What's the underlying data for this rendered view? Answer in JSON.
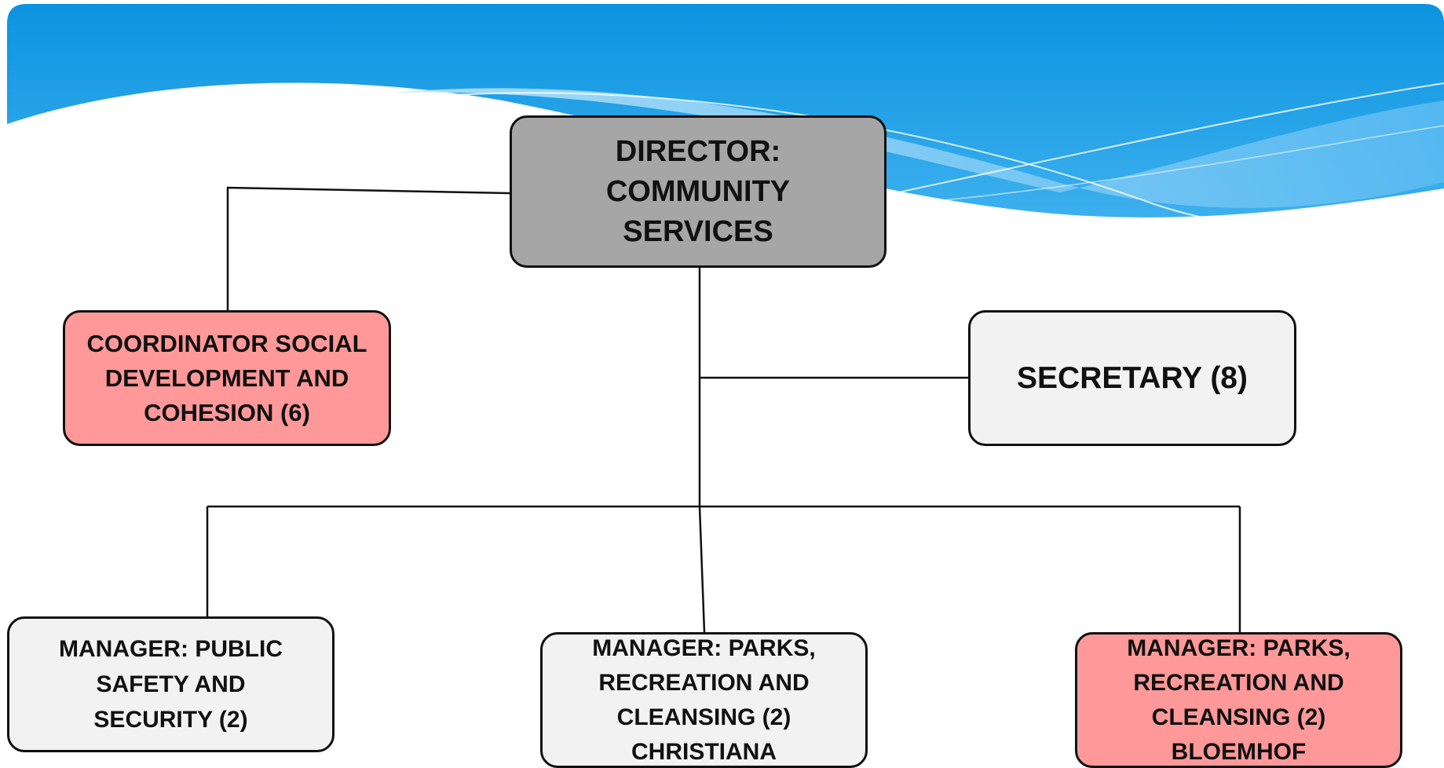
{
  "diagram": {
    "colors": {
      "banner_top": "#0b93e0",
      "banner_light": "#8ed0f6",
      "director_fill": "#a6a6a6",
      "highlight_fill": "#ff9999",
      "neutral_fill": "#f2f2f2",
      "line": "#111111"
    },
    "nodes": {
      "director": {
        "label": "DIRECTOR: COMMUNITY SERVICES",
        "fill": "#a6a6a6"
      },
      "coordinator": {
        "label": "COORDINATOR SOCIAL DEVELOPMENT AND COHESION (6)",
        "fill": "#ff9999"
      },
      "secretary": {
        "label": "SECRETARY (8)",
        "fill": "#f2f2f2"
      },
      "public_safety": {
        "label": "MANAGER: PUBLIC SAFETY AND SECURITY (2)",
        "fill": "#f2f2f2"
      },
      "parks_christiana": {
        "label": "MANAGER: PARKS, RECREATION AND CLEANSING (2) CHRISTIANA",
        "fill": "#f2f2f2"
      },
      "parks_bloemhof": {
        "label": "MANAGER: PARKS, RECREATION AND CLEANSING (2) BLOEMHOF",
        "fill": "#ff9999"
      }
    },
    "edges": [
      {
        "from": "director",
        "to": "coordinator"
      },
      {
        "from": "director",
        "to": "secretary"
      },
      {
        "from": "director",
        "to": "public_safety"
      },
      {
        "from": "director",
        "to": "parks_christiana"
      },
      {
        "from": "director",
        "to": "parks_bloemhof"
      }
    ]
  }
}
